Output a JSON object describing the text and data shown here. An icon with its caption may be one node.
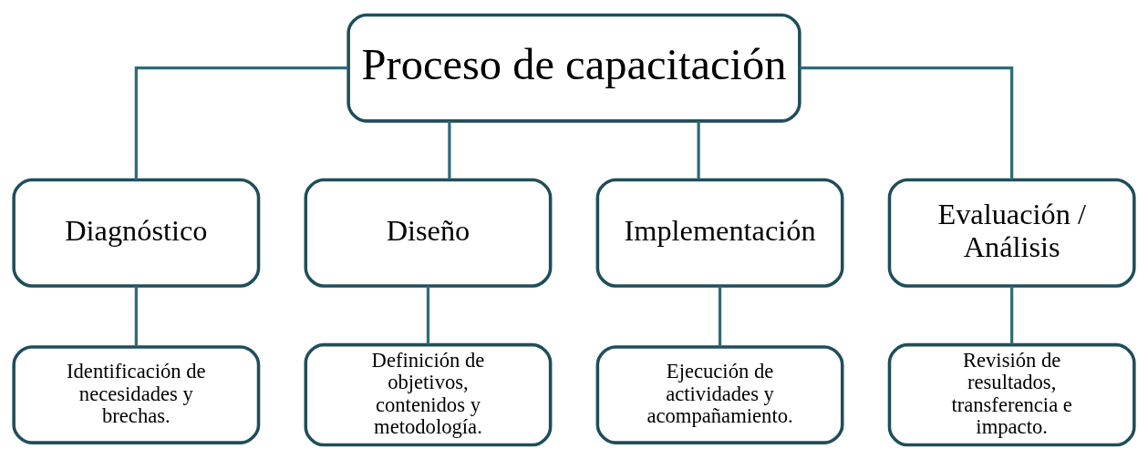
{
  "diagram": {
    "nodes": [
      {
        "text": [
          "Proceso de capacitación"
        ]
      },
      {
        "text": [
          "Diagnóstico"
        ]
      },
      {
        "text": [
          "Diseño"
        ]
      },
      {
        "text": [
          "Implementación"
        ]
      },
      {
        "text": [
          "Evaluación / Análisis"
        ]
      },
      {
        "text": [
          "Identificación de necesidades y brechas."
        ]
      },
      {
        "text": [
          "Definición de objetivos, contenidos y metodología."
        ]
      },
      {
        "text": [
          "Ejecución de actividades y acompañamiento."
        ]
      },
      {
        "text": [
          "Revisión de resultados, transferencia e impacto."
        ]
      }
    ],
    "edges": [
      {
        "from": 0,
        "to": 1,
        "arrow": "none"
      },
      {
        "from": 0,
        "to": 2,
        "arrow": "none"
      },
      {
        "from": 0,
        "to": 3,
        "arrow": "none"
      },
      {
        "from": 0,
        "to": 4,
        "arrow": "none"
      },
      {
        "from": 1,
        "to": 5,
        "arrow": "none"
      },
      {
        "from": 2,
        "to": 6,
        "arrow": "none"
      },
      {
        "from": 3,
        "to": 7,
        "arrow": "none"
      },
      {
        "from": 4,
        "to": 8,
        "arrow": "none"
      }
    ]
  }
}
